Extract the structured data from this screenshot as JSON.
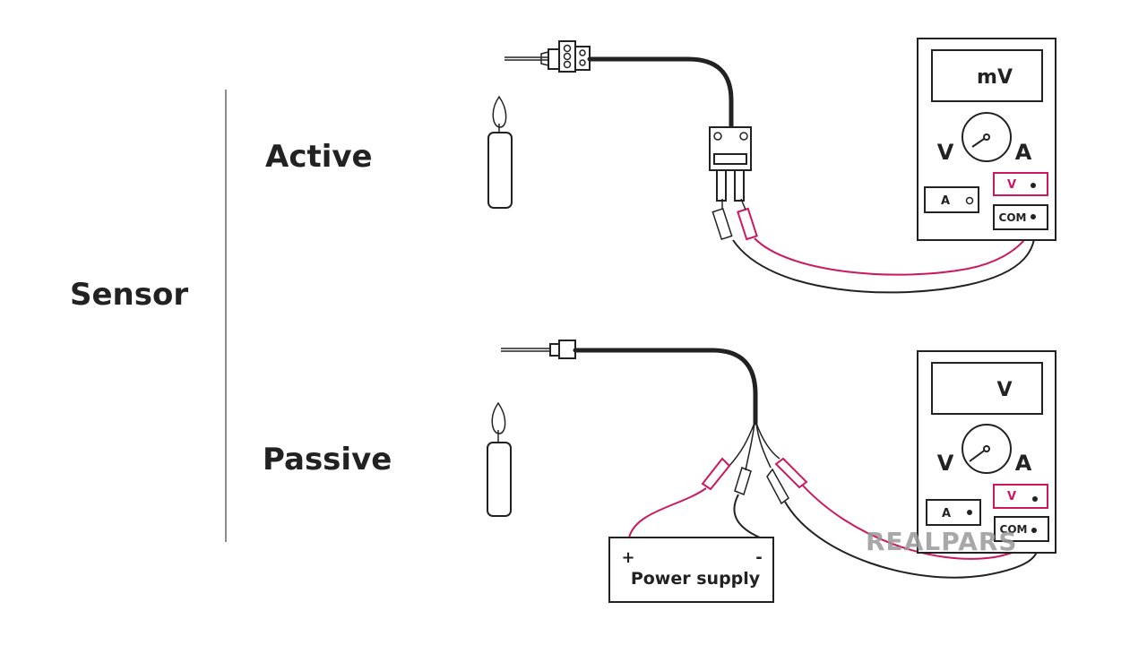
{
  "labels": {
    "sensor": "Sensor",
    "active": "Active",
    "passive": "Passive"
  },
  "meter_active": {
    "display": "mV",
    "left_scale": "V",
    "right_scale": "A",
    "amp_port": "A",
    "volt_port": "V",
    "com_port": "COM"
  },
  "meter_passive": {
    "display": "V",
    "left_scale": "V",
    "right_scale": "A",
    "amp_port": "A",
    "volt_port": "V",
    "com_port": "COM"
  },
  "power_supply": {
    "label": "Power supply",
    "plus": "+",
    "minus": "-"
  },
  "logo": {
    "text": "REALPARS"
  },
  "colors": {
    "ink": "#222222",
    "accent": "#cc1860",
    "logo": "#9a9a9a"
  }
}
